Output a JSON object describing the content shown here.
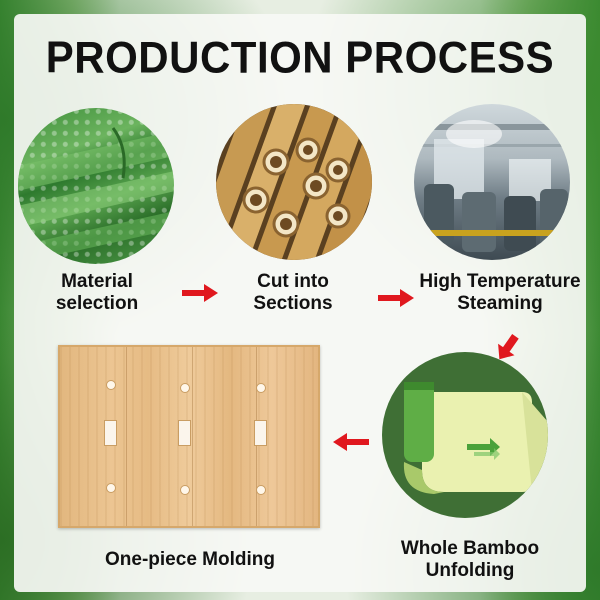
{
  "title": "PRODUCTION PROCESS",
  "steps": [
    {
      "label_line1": "Material",
      "label_line2": "selection"
    },
    {
      "label_line1": "Cut into",
      "label_line2": "Sections"
    },
    {
      "label_line1": "High Temperature",
      "label_line2": "Steaming"
    },
    {
      "label_line1": "Whole Bamboo",
      "label_line2": "Unfolding"
    },
    {
      "label_line1": "One-piece Molding",
      "label_line2": ""
    }
  ],
  "colors": {
    "arrow": "#e0181e",
    "text": "#111111",
    "bamboo_green": "#3f8f3b",
    "wood": "#e8bf88"
  },
  "icons": [
    "material-selection-photo",
    "cut-bamboo-photo",
    "steaming-factory-photo",
    "unfolding-diagram",
    "switch-plate-photo",
    "right-arrow-icon",
    "down-left-arrow-icon",
    "left-arrow-icon"
  ]
}
